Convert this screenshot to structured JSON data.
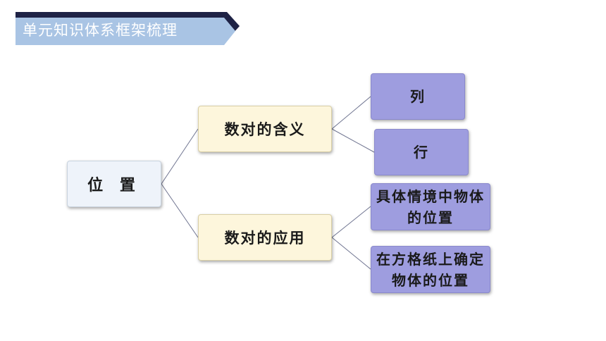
{
  "header": {
    "title": "单元知识体系框架梳理"
  },
  "colors": {
    "header_dark": "#1e2245",
    "header_light": "#a9c4e4",
    "connector": "#6f7490",
    "root_fill": "#eef3fa",
    "mid_fill": "#fdf6dc",
    "leaf_fill": "#9e9ddf"
  },
  "diagram": {
    "root": {
      "label": "位 置"
    },
    "branches": [
      {
        "label": "数对的含义",
        "children": [
          {
            "label": "列"
          },
          {
            "label": "行"
          }
        ]
      },
      {
        "label": "数对的应用",
        "children": [
          {
            "label": "具体情境中物体的位置"
          },
          {
            "label": "在方格纸上确定物体的位置"
          }
        ]
      }
    ]
  }
}
